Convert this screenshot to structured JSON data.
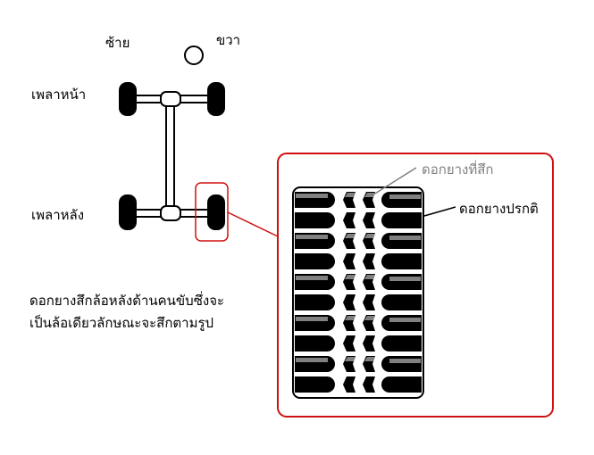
{
  "labels": {
    "left": "ซ้าย",
    "right": "ขวา",
    "front_axle": "เพลาหน้า",
    "rear_axle": "เพลาหลัง",
    "worn_tread": "ดอกยางที่สึก",
    "normal_tread": "ดอกยางปรกติ"
  },
  "description": {
    "line1": "ดอกยางสึกล้อหลังด้านคนขับซึ่งจะ",
    "line2": "เป็นล้อเดียวลักษณะจะสึกตามรูป"
  },
  "colors": {
    "highlight": "#d01010",
    "worn": "#808080",
    "tread": "#000000"
  },
  "tread": {
    "rows": 10,
    "worn_rows": [
      0,
      2,
      4,
      6,
      8
    ]
  }
}
